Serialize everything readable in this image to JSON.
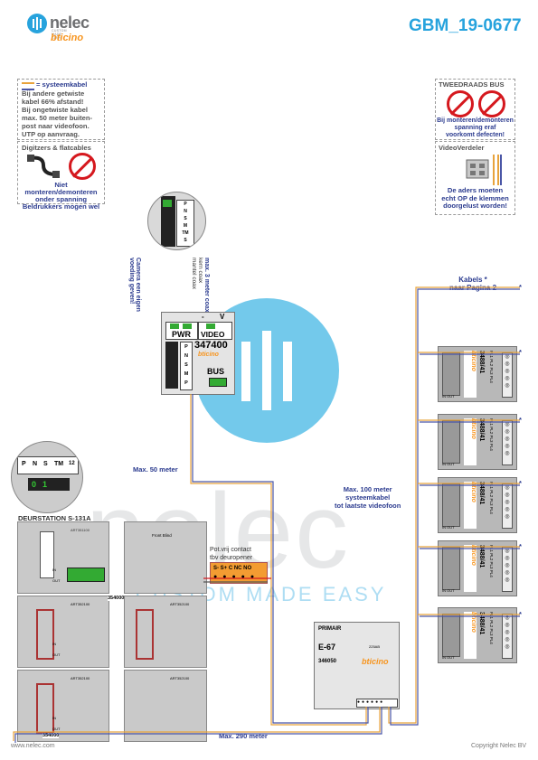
{
  "header": {
    "brand_name": "nelec",
    "brand_tagline": "CUSTOM MADE EASY",
    "brand_sub": "bticino",
    "title": "GBM_19-0677"
  },
  "info_boxes": {
    "systeemkabel": {
      "heading": "= systeemkabel",
      "lines": [
        "Bij andere getwiste",
        "kabel 66% afstand!",
        "Bij ongetwiste kabel",
        "max. 50 meter buiten-",
        "post naar videofoon.",
        "UTP op aanvraag."
      ]
    },
    "digitzers": {
      "heading": "Digitzers & flatcables",
      "lines": [
        "Niet monteren/demonteren",
        "onder spanning",
        "Beldrukkers mogen wel"
      ]
    },
    "tweedraads": {
      "heading": "TWEEDRAADS BUS",
      "lines": [
        "Bij monteren/demonteren",
        "spanning eraf",
        "voorkomt defecten!"
      ]
    },
    "videoverdeler": {
      "heading": "VideoVerdeler",
      "lines": [
        "De aders moeten",
        "echt OP de klemmen",
        "doorgelust worden!"
      ]
    }
  },
  "labels": {
    "camera_power": "Camera een eigen voeding geven!",
    "max3_title": "max. 3 meter coax",
    "max3_line1": "kern coax",
    "max3_line2": "mantel coax",
    "module_pwr": "PWR",
    "module_video": "VIDEO",
    "module_minus": "-",
    "module_v": "V",
    "module_code": "347400",
    "module_brand": "bticino",
    "module_bus": "BUS",
    "kabels": "Kabels *",
    "naar_pagina": "naar Pagina 2",
    "max50": "Max. 50 meter",
    "max100_1": "Max. 100 meter",
    "max100_2": "systeemkabel",
    "max100_3": "tot laatste videofoon",
    "deurstation": "DEURSTATION S-131A",
    "potvrij_1": "Pot.vrij contact",
    "potvrij_2": "tbv deuropener",
    "relay_terms": "S-  S+ C NC NO",
    "max290": "Max. 290 meter",
    "psu_primair": "PRIMAIR",
    "psu_model": "E-67",
    "psu_code": "346050",
    "psu_brand": "bticino",
    "psu_ref": "225AB",
    "dip_p": "P",
    "dip_n": "N",
    "dip_s": "S",
    "dip_tm": "TM",
    "dip_12": "12",
    "dip_0": "0",
    "dip_1": "1",
    "cable_3466": "354000",
    "cable_3466b": "354000",
    "art_top": "ART351100",
    "art_front": "Front Blind",
    "art_mid1": "ART352100",
    "art_mid2": "ART352100",
    "art_low1": "ART352100",
    "art_low2": "ART352100",
    "in1": "IN",
    "out1": "OUT",
    "in2": "IN",
    "out2": "OUT",
    "in3": "IN",
    "out3": "OUT",
    "star": "*",
    "vdf_brand": "bticino",
    "vdf_model": "3488/41",
    "vdf_terms": "PL1 PL2 PL3 PL4",
    "vdf_io": "IN OUT"
  },
  "footer": {
    "left": "www.nelec.com",
    "right": "Copyright Nelec BV"
  },
  "colors": {
    "blue": "#2b3b8f",
    "red": "#d5181e",
    "accent": "#27a3dd",
    "orange": "#f7941d",
    "cable_orange": "#e8a33c",
    "cable_blue": "#4a56a6"
  }
}
